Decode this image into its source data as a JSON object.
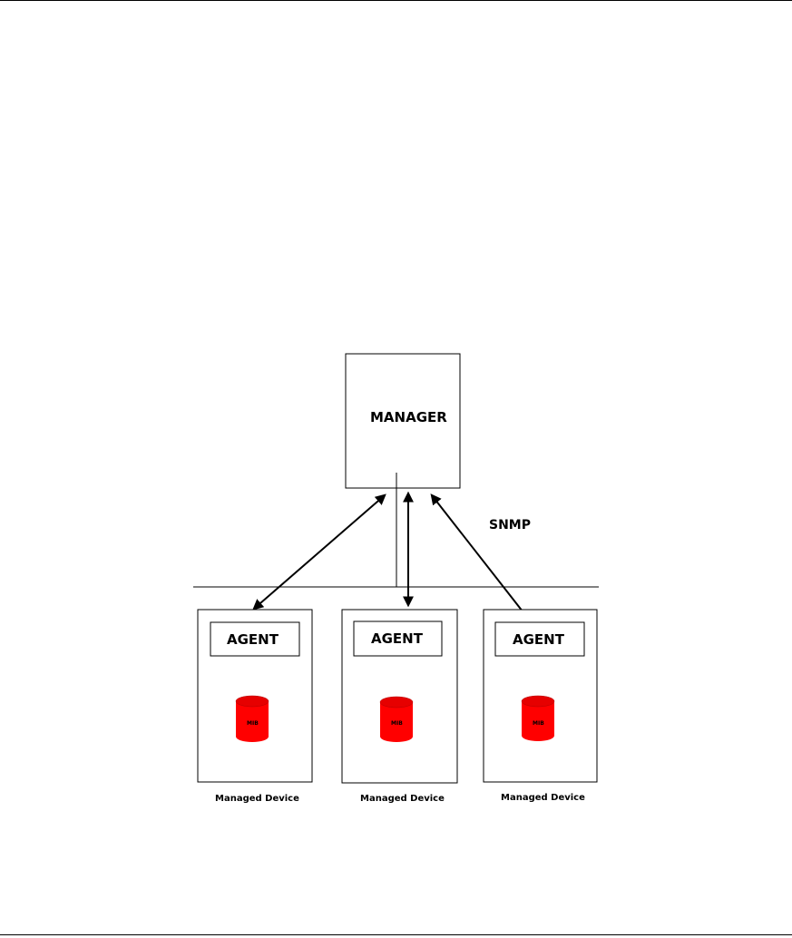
{
  "manager": {
    "label": "MANAGER"
  },
  "protocol": {
    "label": "SNMP"
  },
  "devices": [
    {
      "agent_label": "AGENT",
      "mib_label": "MIB",
      "device_label": "Managed Device"
    },
    {
      "agent_label": "AGENT",
      "mib_label": "MIB",
      "device_label": "Managed Device"
    },
    {
      "agent_label": "AGENT",
      "mib_label": "MIB",
      "device_label": "Managed Device"
    }
  ],
  "colors": {
    "line": "#000000",
    "mib_fill": "#ff0000",
    "mib_top": "#e60000",
    "background": "#ffffff"
  }
}
